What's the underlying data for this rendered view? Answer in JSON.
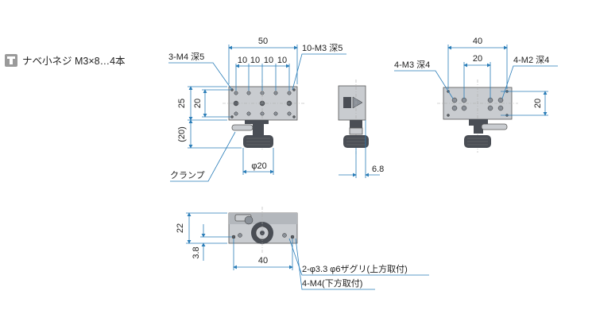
{
  "note": {
    "icon": "screw-icon",
    "text": "ナベ小ネジ M3×8…4本"
  },
  "top_view": {
    "width_label": "50",
    "pitch_labels": [
      "10",
      "10",
      "10",
      "10"
    ],
    "height_25": "25",
    "height_20": "20",
    "height_20_paren": "(20)",
    "callout_left": "3-M4 深5",
    "callout_right": "10-M3 深5",
    "clamp_label": "クランプ",
    "knob_dia": "φ20"
  },
  "side_view": {
    "offset_label": "6.8"
  },
  "right_view": {
    "width_label": "40",
    "inner_label": "20",
    "height_label": "20",
    "callout_left": "4-M3 深4",
    "callout_right": "4-M2 深4"
  },
  "bottom_view": {
    "height_22": "22",
    "height_38": "3.8",
    "width_40": "40",
    "callout_1": "2-φ3.3 φ6ザグリ(上方取付)",
    "callout_2": "4-M4(下方取付)"
  },
  "colors": {
    "dimension": "#2a7db8",
    "body": "#c9ccd0",
    "dark": "#4a4e55"
  }
}
